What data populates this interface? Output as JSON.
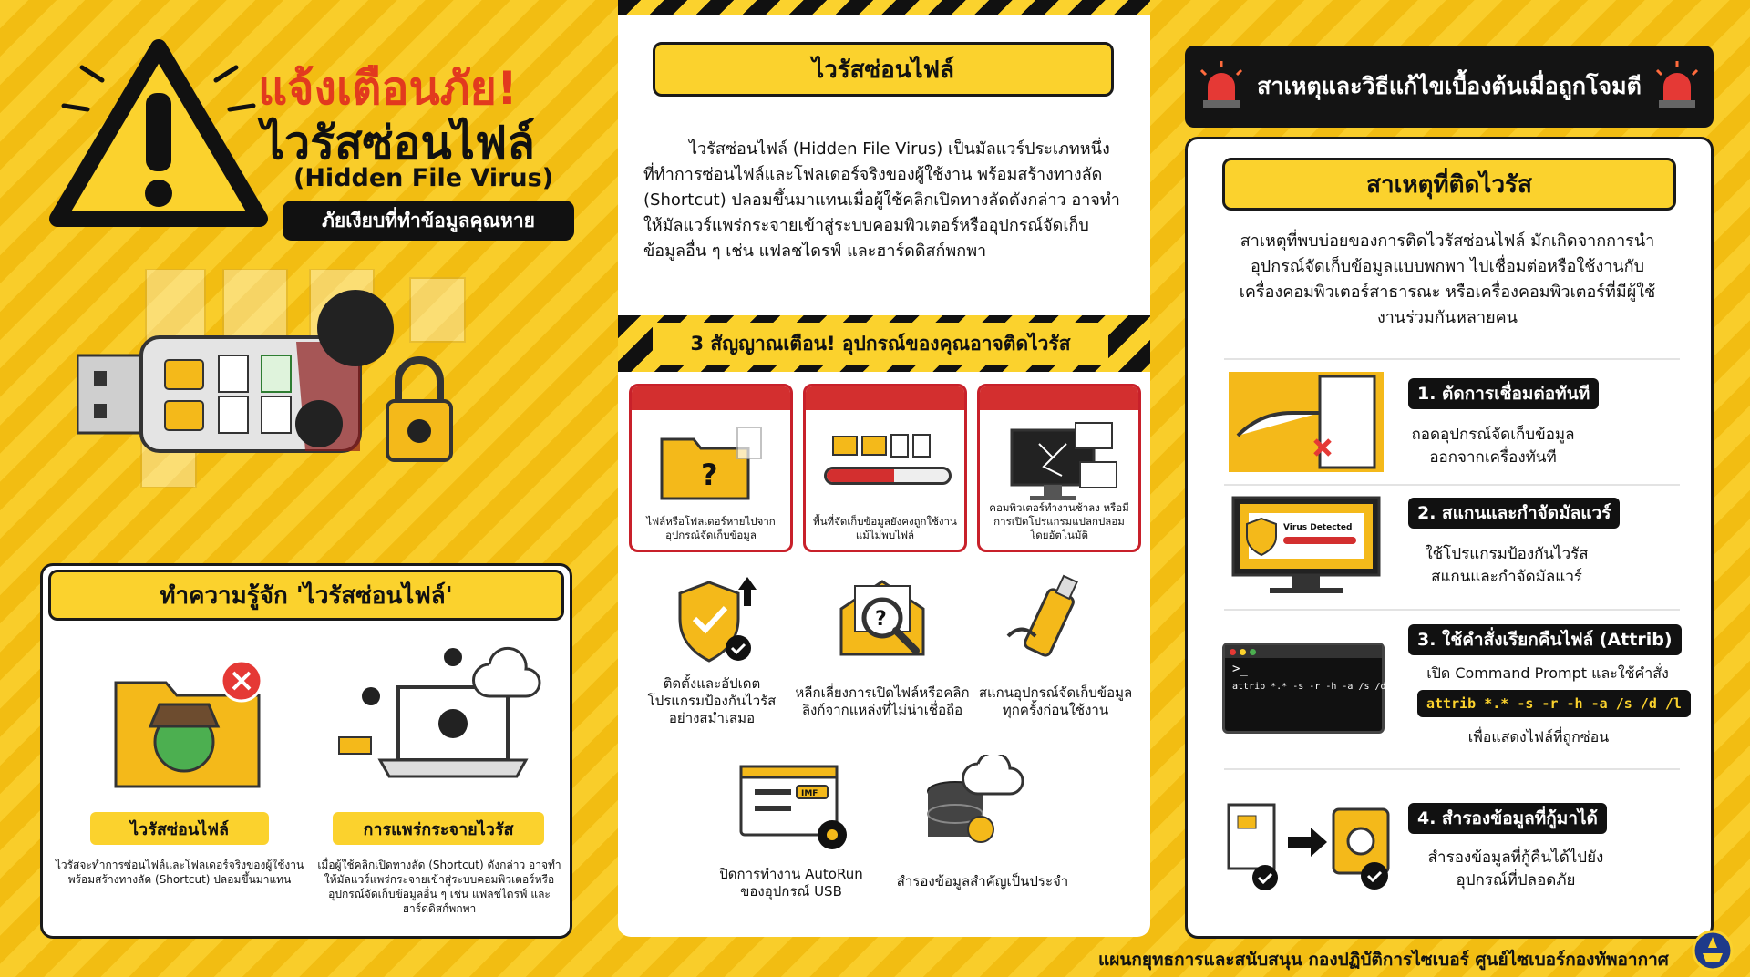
{
  "header": {
    "alert": "แจ้งเตือนภัย!",
    "title": "ไวรัสซ่อนไฟล์",
    "subtitle": "(Hidden File Virus)",
    "tagline": "ภัยเงียบที่ทำข้อมูลคุณหาย"
  },
  "know": {
    "title": "ทำความรู้จัก 'ไวรัสซ่อนไฟล์'",
    "item1": {
      "label": "ไวรัสซ่อนไฟล์",
      "desc": "ไวรัสจะทำการซ่อนไฟล์และโฟลเดอร์จริงของผู้ใช้งาน พร้อมสร้างทางลัด (Shortcut) ปลอมขึ้นมาแทน"
    },
    "item2": {
      "label": "การแพร่กระจายไวรัส",
      "desc": "เมื่อผู้ใช้คลิกเปิดทางลัด (Shortcut) ดังกล่าว อาจทำให้มัลแวร์แพร่กระจายเข้าสู่ระบบคอมพิวเตอร์หรืออุปกรณ์จัดเก็บข้อมูลอื่น ๆ เช่น แฟลชไดรฟ์ และฮาร์ดดิสก์พกพา"
    }
  },
  "middle": {
    "title": "ไวรัสซ่อนไฟล์",
    "intro": "ไวรัสซ่อนไฟล์ (Hidden File Virus) เป็นมัลแวร์ประเภทหนึ่งที่ทำการซ่อนไฟล์และโฟลเดอร์จริงของผู้ใช้งาน พร้อมสร้างทางลัด (Shortcut) ปลอมขึ้นมาแทนเมื่อผู้ใช้คลิกเปิดทางลัดดังกล่าว อาจทำให้มัลแวร์แพร่กระจายเข้าสู่ระบบคอมพิวเตอร์หรืออุปกรณ์จัดเก็บข้อมูลอื่น ๆ เช่น แฟลชไดรฟ์ และฮาร์ดดิสก์พกพา",
    "warn_title": "3 สัญญาณเตือน! อุปกรณ์ของคุณอาจติดไวรัส",
    "signs": [
      "ไฟล์หรือโฟลเดอร์หายไปจากอุปกรณ์จัดเก็บข้อมูล",
      "พื้นที่จัดเก็บข้อมูลยังคงถูกใช้งาน แม้ไม่พบไฟล์",
      "คอมพิวเตอร์ทำงานช้าลง หรือมีการเปิดโปรแกรมแปลกปลอมโดยอัตโนมัติ"
    ],
    "tips": [
      "ติดตั้งและอัปเดตโปรแกรมป้องกันไวรัสอย่างสม่ำเสมอ",
      "หลีกเลี่ยงการเปิดไฟล์หรือคลิกลิงก์จากแหล่งที่ไม่น่าเชื่อถือ",
      "สแกนอุปกรณ์จัดเก็บข้อมูลทุกครั้งก่อนใช้งาน",
      "ปิดการทำงาน AutoRun ของอุปกรณ์ USB",
      "สำรองข้อมูลสำคัญเป็นประจำ"
    ],
    "progress": 0.55
  },
  "right": {
    "banner": "สาเหตุและวิธีแก้ไขเบื้องต้นเมื่อถูกโจมตี",
    "cause_title": "สาเหตุที่ติดไวรัส",
    "cause_text": "สาเหตุที่พบบ่อยของการติดไวรัสซ่อนไฟล์ มักเกิดจากการนำอุปกรณ์จัดเก็บข้อมูลแบบพกพา ไปเชื่อมต่อหรือใช้งานกับเครื่องคอมพิวเตอร์สาธารณะ หรือเครื่องคอมพิวเตอร์ที่มีผู้ใช้งานร่วมกันหลายคน",
    "steps": [
      {
        "title": "1. ตัดการเชื่อมต่อทันที",
        "desc": "ถอดอุปกรณ์จัดเก็บข้อมูลออกจากเครื่องทันที"
      },
      {
        "title": "2. สแกนและกำจัดมัลแวร์",
        "desc": "ใช้โปรแกรมป้องกันไวรัสสแกนและกำจัดมัลแวร์"
      },
      {
        "title": "3. ใช้คำสั่งเรียกคืนไฟล์ (Attrib)",
        "desc": "เปิด Command Prompt และใช้คำสั่ง",
        "code": "attrib *.* -s -r -h -a /s /d /l",
        "desc2": "เพื่อแสดงไฟล์ที่ถูกซ่อน"
      },
      {
        "title": "4. สำรองข้อมูลที่กู้มาได้",
        "desc": "สำรองข้อมูลที่กู้คืนได้ไปยังอุปกรณ์ที่ปลอดภัย"
      }
    ],
    "virus_detected": "Virus Detected",
    "prompt": ">_",
    "term_cmd": "attrib *.* -s -r -h -a /s /d /l",
    "imf": "IMF"
  },
  "footer": "แผนกยุทธการและสนับสนุน กองปฏิบัติการไซเบอร์ ศูนย์ไซเบอร์กองทัพอากาศ",
  "colors": {
    "yellow": "#fbd22d",
    "red": "#d32f2f",
    "black": "#111111",
    "alert_red": "#e23a1e"
  }
}
